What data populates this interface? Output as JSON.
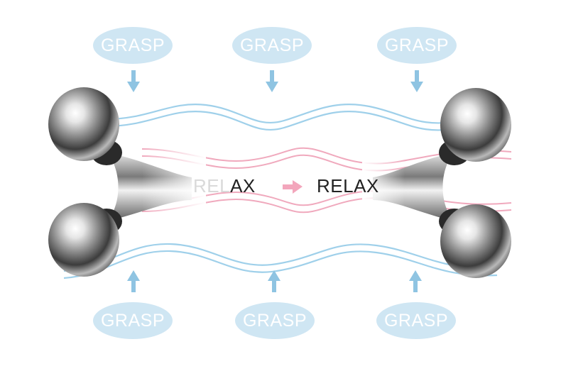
{
  "labels": {
    "top": [
      "GRASP",
      "GRASP",
      "GRASP"
    ],
    "bottom": [
      "GRASP",
      "GRASP",
      "GRASP"
    ],
    "relax_left_a": "REL",
    "relax_left_b": "AX",
    "relax_right": "RELAX"
  },
  "icons": {
    "down_arrow": "arrow-down-icon",
    "up_arrow": "arrow-up-icon",
    "transition_arrow": "arrow-right-icon"
  },
  "colors": {
    "pill": "#cfe6f3",
    "blue_wave": "#9fd0ea",
    "pink_wave": "#f0a9bd",
    "arrow_blue": "#8fc4e2",
    "arrow_pink": "#f3a6bc",
    "text": "#222222"
  }
}
